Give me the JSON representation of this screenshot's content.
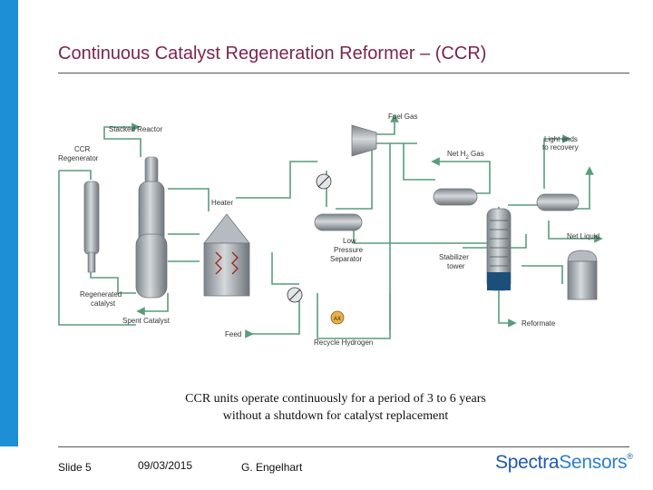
{
  "slide": {
    "title": "Continuous Catalyst Regeneration Reformer – (CCR)",
    "caption_line1": "CCR units operate continuously for a period of 3 to 6 years",
    "caption_line2": "without a shutdown for catalyst replacement",
    "slide_number": "Slide 5",
    "date": "09/03/2015",
    "author": "G. Engelhart"
  },
  "logo": {
    "part1": "Spectra",
    "part2": "Sensors",
    "mark": "®"
  },
  "diagram": {
    "labels": {
      "stacked_reactor": "Stacked Reactor",
      "ccr_regenerator_1": "CCR",
      "ccr_regenerator_2": "Regenerator",
      "heater": "Heater",
      "regenerated_catalyst_1": "Regenerated",
      "regenerated_catalyst_2": "catalyst",
      "spent_catalyst": "Spent Catalyst",
      "feed": "Feed",
      "recycle_hydrogen": "Recycle Hydrogen",
      "fuel_gas": "Fuel Gas",
      "net_h2_gas_a": "Net H",
      "net_h2_gas_sub": "2",
      "net_h2_gas_b": " Gas",
      "light_ends_1": "Light ends",
      "light_ends_2": "to recovery",
      "low_pressure_1": "Low",
      "low_pressure_2": "Pressure",
      "low_pressure_3": "Separator",
      "stabilizer_1": "Stabilizer",
      "stabilizer_2": "tower",
      "net_liquid": "Net Liquid",
      "reformate": "Reformate",
      "analyzer": "AX"
    },
    "colors": {
      "pipe": "#5a9c7c",
      "vessel": "#a9afb4",
      "vessel_dark": "#6e757b",
      "analyzer": "#e8b24a"
    }
  }
}
